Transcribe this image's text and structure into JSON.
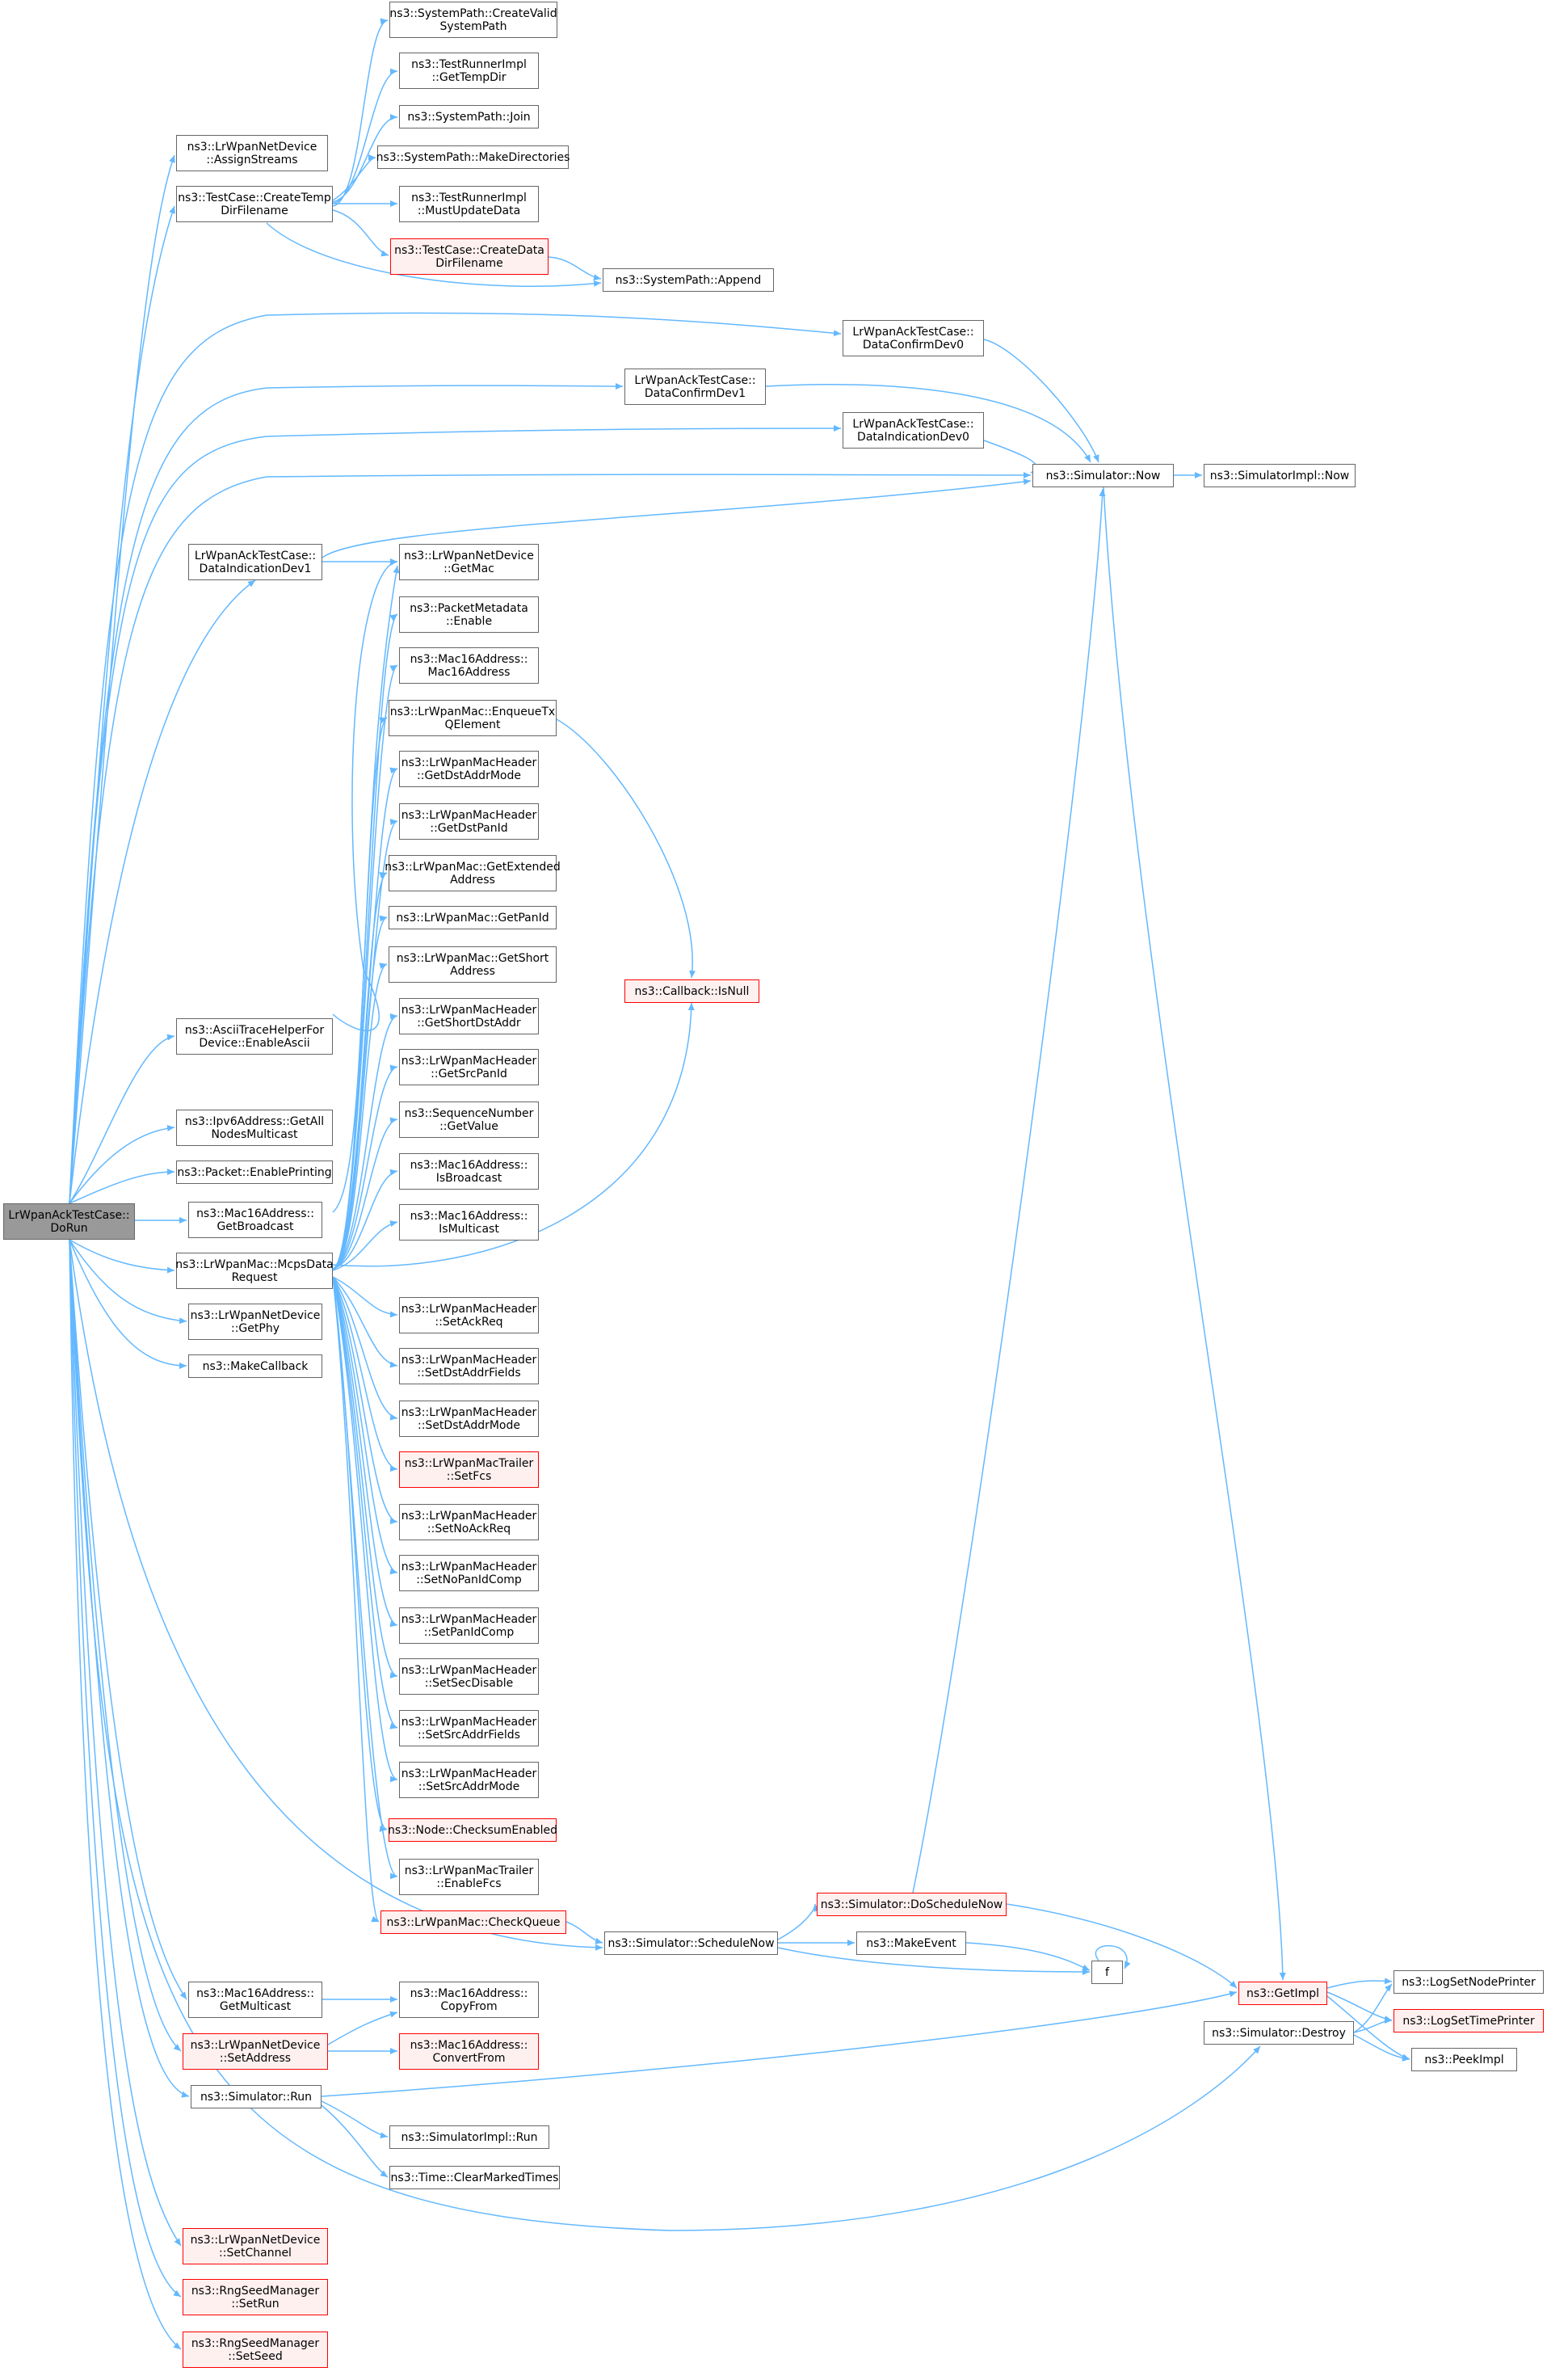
{
  "colors": {
    "edge": "#63b8ff",
    "box_border": "#666666",
    "box_red_border": "#ff0000",
    "box_red_fill": "#fff0f0",
    "root_fill": "#999999"
  },
  "nodes": [
    {
      "id": "n_root",
      "lines": [
        "LrWpanAckTestCase::",
        "DoRun"
      ],
      "style": "root"
    },
    {
      "id": "n_assign",
      "lines": [
        "ns3::LrWpanNetDevice",
        "::AssignStreams"
      ]
    },
    {
      "id": "n_ctdf",
      "lines": [
        "ns3::TestCase::CreateTemp",
        "DirFilename"
      ]
    },
    {
      "id": "n_csp",
      "lines": [
        "ns3::SystemPath::CreateValid",
        "SystemPath"
      ]
    },
    {
      "id": "n_gtd",
      "lines": [
        "ns3::TestRunnerImpl",
        "::GetTempDir"
      ]
    },
    {
      "id": "n_join",
      "lines": [
        "ns3::SystemPath::Join"
      ]
    },
    {
      "id": "n_mkd",
      "lines": [
        "ns3::SystemPath::MakeDirectories"
      ]
    },
    {
      "id": "n_mud",
      "lines": [
        "ns3::TestRunnerImpl",
        "::MustUpdateData"
      ]
    },
    {
      "id": "n_cddf",
      "lines": [
        "ns3::TestCase::CreateData",
        "DirFilename"
      ],
      "style": "red"
    },
    {
      "id": "n_append",
      "lines": [
        "ns3::SystemPath::Append"
      ]
    },
    {
      "id": "n_dcd0",
      "lines": [
        "LrWpanAckTestCase::",
        "DataConfirmDev0"
      ]
    },
    {
      "id": "n_dcd1",
      "lines": [
        "LrWpanAckTestCase::",
        "DataConfirmDev1"
      ]
    },
    {
      "id": "n_did0",
      "lines": [
        "LrWpanAckTestCase::",
        "DataIndicationDev0"
      ]
    },
    {
      "id": "n_now",
      "lines": [
        "ns3::Simulator::Now"
      ]
    },
    {
      "id": "n_implnow",
      "lines": [
        "ns3::SimulatorImpl::Now"
      ]
    },
    {
      "id": "n_did1",
      "lines": [
        "LrWpanAckTestCase::",
        "DataIndicationDev1"
      ]
    },
    {
      "id": "n_getmac",
      "lines": [
        "ns3::LrWpanNetDevice",
        "::GetMac"
      ]
    },
    {
      "id": "n_pmen",
      "lines": [
        "ns3::PacketMetadata",
        "::Enable"
      ]
    },
    {
      "id": "n_m16",
      "lines": [
        "ns3::Mac16Address::",
        "Mac16Address"
      ]
    },
    {
      "id": "n_eqtx",
      "lines": [
        "ns3::LrWpanMac::EnqueueTx",
        "QElement"
      ]
    },
    {
      "id": "n_gdam",
      "lines": [
        "ns3::LrWpanMacHeader",
        "::GetDstAddrMode"
      ]
    },
    {
      "id": "n_gdpi",
      "lines": [
        "ns3::LrWpanMacHeader",
        "::GetDstPanId"
      ]
    },
    {
      "id": "n_gext",
      "lines": [
        "ns3::LrWpanMac::GetExtended",
        "Address"
      ]
    },
    {
      "id": "n_gpid",
      "lines": [
        "ns3::LrWpanMac::GetPanId"
      ]
    },
    {
      "id": "n_gsha",
      "lines": [
        "ns3::LrWpanMac::GetShort",
        "Address"
      ]
    },
    {
      "id": "n_isnull",
      "lines": [
        "ns3::Callback::IsNull"
      ],
      "style": "red"
    },
    {
      "id": "n_gsda",
      "lines": [
        "ns3::LrWpanMacHeader",
        "::GetShortDstAddr"
      ]
    },
    {
      "id": "n_gspi",
      "lines": [
        "ns3::LrWpanMacHeader",
        "::GetSrcPanId"
      ]
    },
    {
      "id": "n_asci",
      "lines": [
        "ns3::AsciiTraceHelperFor",
        "Device::EnableAscii"
      ]
    },
    {
      "id": "n_seqv",
      "lines": [
        "ns3::SequenceNumber",
        "::GetValue"
      ]
    },
    {
      "id": "n_ipv6",
      "lines": [
        "ns3::Ipv6Address::GetAll",
        "NodesMulticast"
      ]
    },
    {
      "id": "n_isbc",
      "lines": [
        "ns3::Mac16Address::",
        "IsBroadcast"
      ]
    },
    {
      "id": "n_pkten",
      "lines": [
        "ns3::Packet::EnablePrinting"
      ]
    },
    {
      "id": "n_gbc",
      "lines": [
        "ns3::Mac16Address::",
        "GetBroadcast"
      ]
    },
    {
      "id": "n_ismc",
      "lines": [
        "ns3::Mac16Address::",
        "IsMulticast"
      ]
    },
    {
      "id": "n_mcps",
      "lines": [
        "ns3::LrWpanMac::McpsData",
        "Request"
      ]
    },
    {
      "id": "n_sar",
      "lines": [
        "ns3::LrWpanMacHeader",
        "::SetAckReq"
      ]
    },
    {
      "id": "n_getphy",
      "lines": [
        "ns3::LrWpanNetDevice",
        "::GetPhy"
      ]
    },
    {
      "id": "n_sdaf",
      "lines": [
        "ns3::LrWpanMacHeader",
        "::SetDstAddrFields"
      ]
    },
    {
      "id": "n_mkcb",
      "lines": [
        "ns3::MakeCallback"
      ]
    },
    {
      "id": "n_sdam",
      "lines": [
        "ns3::LrWpanMacHeader",
        "::SetDstAddrMode"
      ]
    },
    {
      "id": "n_sfcs",
      "lines": [
        "ns3::LrWpanMacTrailer",
        "::SetFcs"
      ],
      "style": "red"
    },
    {
      "id": "n_snar",
      "lines": [
        "ns3::LrWpanMacHeader",
        "::SetNoAckReq"
      ]
    },
    {
      "id": "n_snpc",
      "lines": [
        "ns3::LrWpanMacHeader",
        "::SetNoPanIdComp"
      ]
    },
    {
      "id": "n_spic",
      "lines": [
        "ns3::LrWpanMacHeader",
        "::SetPanIdComp"
      ]
    },
    {
      "id": "n_ssd",
      "lines": [
        "ns3::LrWpanMacHeader",
        "::SetSecDisable"
      ]
    },
    {
      "id": "n_ssaf",
      "lines": [
        "ns3::LrWpanMacHeader",
        "::SetSrcAddrFields"
      ]
    },
    {
      "id": "n_ssam",
      "lines": [
        "ns3::LrWpanMacHeader",
        "::SetSrcAddrMode"
      ]
    },
    {
      "id": "n_cse",
      "lines": [
        "ns3::Node::ChecksumEnabled"
      ],
      "style": "red"
    },
    {
      "id": "n_efcs",
      "lines": [
        "ns3::LrWpanMacTrailer",
        "::EnableFcs"
      ]
    },
    {
      "id": "n_dsn",
      "lines": [
        "ns3::Simulator::DoScheduleNow"
      ],
      "style": "red"
    },
    {
      "id": "n_chkq",
      "lines": [
        "ns3::LrWpanMac::CheckQueue"
      ],
      "style": "red"
    },
    {
      "id": "n_schn",
      "lines": [
        "ns3::Simulator::ScheduleNow"
      ]
    },
    {
      "id": "n_mkev",
      "lines": [
        "ns3::MakeEvent"
      ]
    },
    {
      "id": "n_f",
      "lines": [
        "f"
      ]
    },
    {
      "id": "n_gmc",
      "lines": [
        "ns3::Mac16Address::",
        "GetMulticast"
      ]
    },
    {
      "id": "n_cpf",
      "lines": [
        "ns3::Mac16Address::",
        "CopyFrom"
      ]
    },
    {
      "id": "n_getimpl",
      "lines": [
        "ns3::GetImpl"
      ],
      "style": "red"
    },
    {
      "id": "n_lsnp",
      "lines": [
        "ns3::LogSetNodePrinter"
      ]
    },
    {
      "id": "n_lstp",
      "lines": [
        "ns3::LogSetTimePrinter"
      ],
      "style": "red"
    },
    {
      "id": "n_destroy",
      "lines": [
        "ns3::Simulator::Destroy"
      ]
    },
    {
      "id": "n_seta",
      "lines": [
        "ns3::LrWpanNetDevice",
        "::SetAddress"
      ],
      "style": "red"
    },
    {
      "id": "n_cvf",
      "lines": [
        "ns3::Mac16Address::",
        "ConvertFrom"
      ],
      "style": "red"
    },
    {
      "id": "n_peek",
      "lines": [
        "ns3::PeekImpl"
      ]
    },
    {
      "id": "n_run",
      "lines": [
        "ns3::Simulator::Run"
      ]
    },
    {
      "id": "n_simrun",
      "lines": [
        "ns3::SimulatorImpl::Run"
      ]
    },
    {
      "id": "n_cmt",
      "lines": [
        "ns3::Time::ClearMarkedTimes"
      ]
    },
    {
      "id": "n_setch",
      "lines": [
        "ns3::LrWpanNetDevice",
        "::SetChannel"
      ],
      "style": "red"
    },
    {
      "id": "n_srun",
      "lines": [
        "ns3::RngSeedManager",
        "::SetRun"
      ],
      "style": "red"
    },
    {
      "id": "n_sseed",
      "lines": [
        "ns3::RngSeedManager",
        "::SetSeed"
      ],
      "style": "red"
    }
  ]
}
